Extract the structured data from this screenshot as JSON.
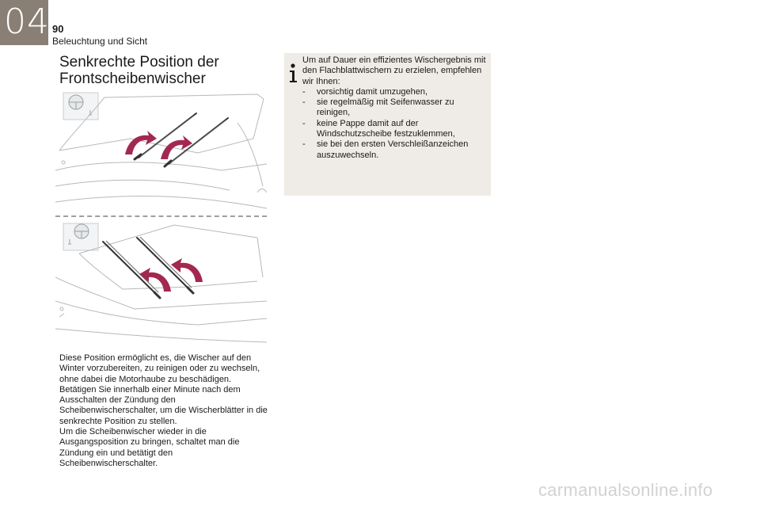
{
  "header": {
    "chapter_number": "04",
    "page_number": "90",
    "section_title": "Beleuchtung und Sicht"
  },
  "main": {
    "heading": "Senkrechte Position der Frontscheibenwischer",
    "paragraphs": [
      "Diese Position ermöglicht es, die Wischer auf den Winter vorzubereiten, zu reinigen oder zu wechseln, ohne dabei die Motorhaube zu beschädigen.",
      "Betätigen Sie innerhalb einer Minute nach dem Ausschalten der Zündung den Scheibenwischerschalter, um die Wischerblätter in die senkrechte Position zu stellen.",
      "Um die Scheibenwischer wieder in die Ausgangsposition zu bringen, schaltet man die Zündung ein und betätigt den Scheibenwischerschalter."
    ]
  },
  "info_box": {
    "intro": "Um auf Dauer ein effizientes Wischergebnis mit den Flachblattwischern zu erzielen, empfehlen wir Ihnen:",
    "items": [
      {
        "bullet": "-",
        "text": "vorsichtig damit umzugehen,"
      },
      {
        "bullet": "-",
        "text": "sie regelmäßig mit Seifenwasser zu reinigen,"
      },
      {
        "bullet": "-",
        "text": "keine Pappe damit auf der Windschutzscheibe festzuklemmen,"
      },
      {
        "bullet": "-",
        "text": "sie bei den ersten Verschleißanzeichen auszuwechseln."
      }
    ]
  },
  "footer": {
    "watermark": "carmanualsonline.info"
  },
  "colors": {
    "chapter_box": "#8a7f74",
    "info_box": "#efebe6",
    "arrow": "#a3284f",
    "line_art": "#b4b9bd"
  }
}
